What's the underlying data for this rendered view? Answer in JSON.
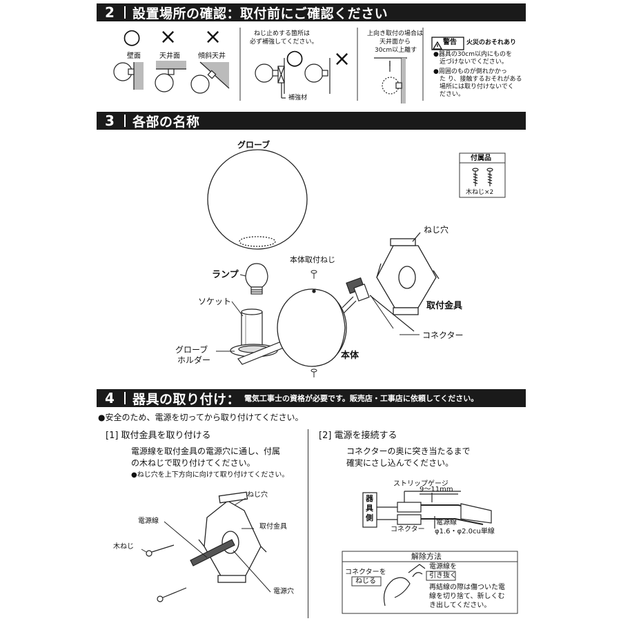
{
  "section2": {
    "number": "2",
    "title": "設置場所の確認：取付前にご確認ください",
    "places": [
      {
        "mark": "○",
        "label": "壁面"
      },
      {
        "mark": "×",
        "label": "天井面"
      },
      {
        "mark": "×",
        "label": "傾斜天井"
      }
    ],
    "reinforce_note_1": "ねじ止めする箇所は",
    "reinforce_note_2": "必ず補強してください。",
    "reinforce_ok": "○",
    "reinforce_ng": "×",
    "reinforce_label": "補強材",
    "upward_1": "上向き取付の場合は",
    "upward_2": "天井面から",
    "upward_3": "30cm以上離す",
    "warning_badge": "警告",
    "warning_title": "火災のおそれあり",
    "warning_1_lines": [
      "●器具の30cm以内にものを",
      "近づけないでください。"
    ],
    "warning_2_lines": [
      "●周囲のものが倒れかかっ",
      "た り、接触するおそれがある",
      "場所には取り付けないでく",
      "ださい。"
    ]
  },
  "section3": {
    "number": "3",
    "title": "各部の名称",
    "globe": "グローブ",
    "lamp": "ランプ",
    "socket": "ソケット",
    "globe_holder_1": "グローブ",
    "globe_holder_2": "ホルダー",
    "body_screw": "本体取付ねじ",
    "body": "本体",
    "screw_hole": "ねじ穴",
    "mounting_bracket": "取付金具",
    "connector": "コネクター",
    "accessory_title": "付属品",
    "accessory_item": "木ねじ×2"
  },
  "section4": {
    "number": "4",
    "title": "器具の取り付け",
    "colon": "：",
    "subtitle": "電気工事士の資格が必要です。販売店・工事店に依頼してください。",
    "safety": "●安全のため、電源を切ってから取り付けてください。",
    "step1_title": "[1]  取付金具を取り付ける",
    "step1_lines": [
      "電源線を取付金具の電源穴に通し、付属",
      "の木ねじで取り付けてください。"
    ],
    "step1_note": "●ねじ穴を上下方向に向けて取り付けてください。",
    "step1_labels": {
      "screw_hole": "ねじ穴",
      "power_wire": "電源線",
      "bracket": "取付金具",
      "wood_screw": "木ねじ",
      "power_hole": "電源穴"
    },
    "step2_title": "[2]  電源を接続する",
    "step2_lines": [
      "コネクターの奥に突き当たるまで",
      "確実にさし込んでください。"
    ],
    "strip_gauge": "ストリップゲージ",
    "strip_length": "9～11mm",
    "fixture_side": [
      "器",
      "具",
      "側"
    ],
    "connector_label": "コネクター",
    "wire_label": "電源線",
    "wire_spec": "φ1.6・φ2.0cu単線",
    "release_title": "解除方法",
    "release_connector": "コネクターを",
    "release_twist": "ねじる",
    "release_wire": "電源線を",
    "release_pull": "引き抜く",
    "release_lines": [
      "再結線の際は傷ついた電",
      "線を切り捨て、新しくむ",
      "き出してください。"
    ]
  },
  "colors": {
    "bar": "#1a1a1a",
    "text": "#111111",
    "line": "#333333"
  }
}
